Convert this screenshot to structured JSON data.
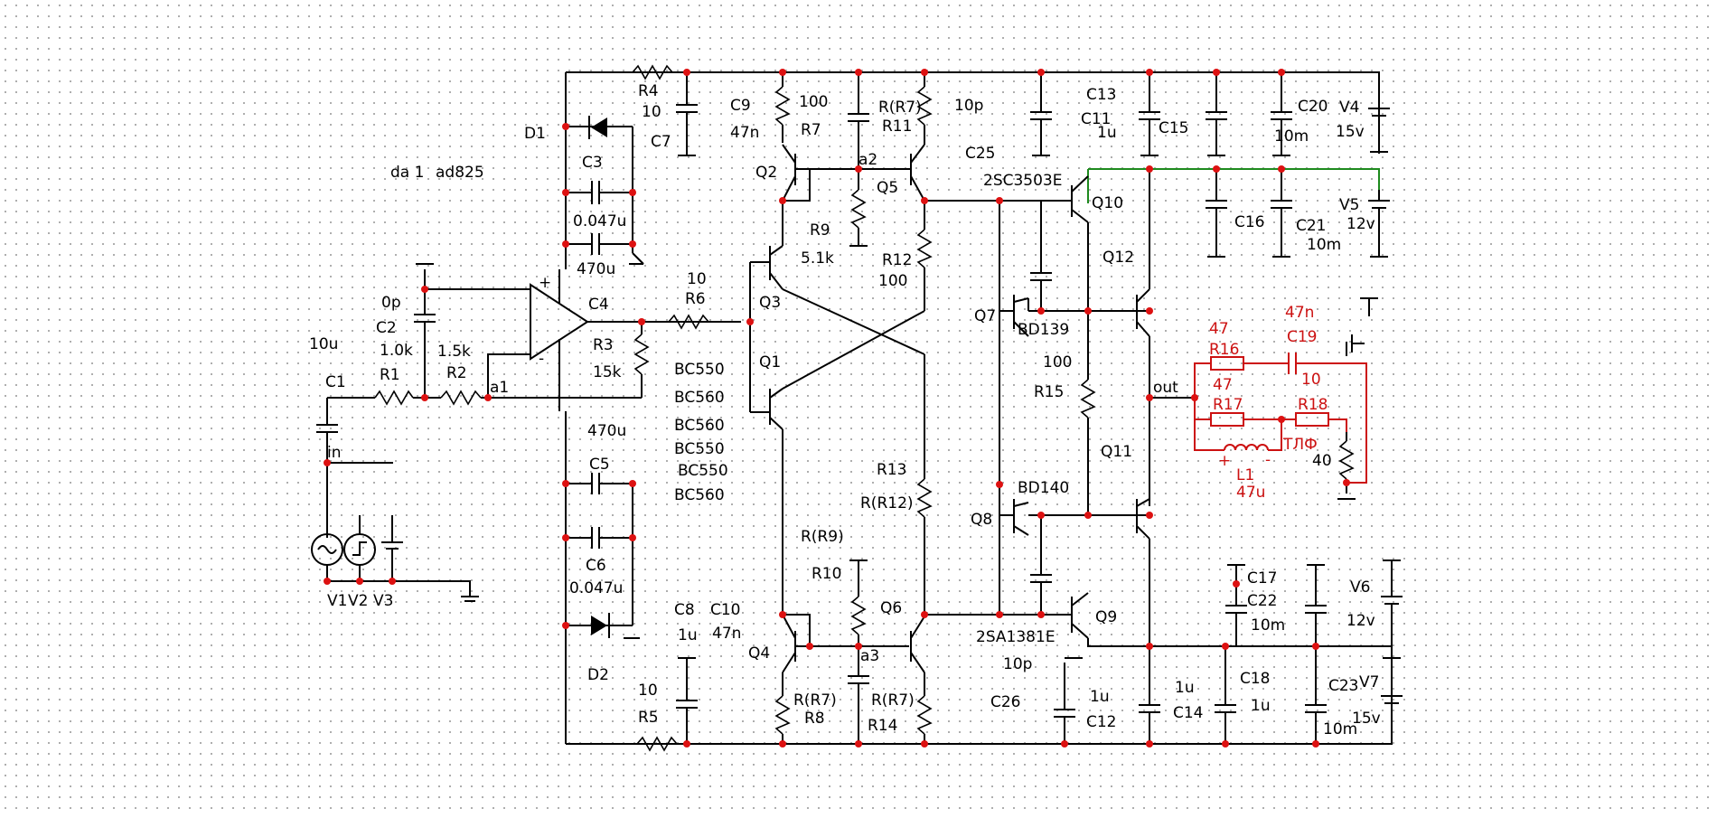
{
  "schematic": {
    "labels": {
      "R4": "R4",
      "R4v": "10",
      "D1": "D1",
      "C7": "C7",
      "C9": "C9",
      "C9v": "47n",
      "R7v": "100",
      "R7": "R7",
      "R7b": "R(R7)",
      "R11": "R11",
      "C25v": "10p",
      "C25": "C25",
      "C13": "C13",
      "C11": "C11",
      "C11v": "1u",
      "C15": "C15",
      "C20": "C20",
      "C20v": "10m",
      "V4": "V4",
      "V4v": "15v",
      "da1": "da 1",
      "ad825": "ad825",
      "C3": "C3",
      "C3v": "0.047u",
      "C3b": "470u",
      "Q2": "Q2",
      "a2": "a2",
      "Q5": "Q5",
      "t2sc": "2SC3503E",
      "Q10": "Q10",
      "R9": "R9",
      "R9v": "5.1k",
      "R12": "R12",
      "R12v": "100",
      "C16": "C16",
      "C21": "C21",
      "C21v": "10m",
      "V5": "V5",
      "V5v": "12v",
      "Q12": "Q12",
      "C2v": "0p",
      "C2": "C2",
      "C2b": "1.0k",
      "C4": "C4",
      "R6v": "10",
      "R6": "R6",
      "Q3": "Q3",
      "Q7": "Q7",
      "BD139": "BD139",
      "R16v": "47",
      "R16": "R16",
      "C19v": "47n",
      "C19": "C19",
      "tenu": "10u",
      "R2v": "1.5k",
      "R3": "R3",
      "R3v": "15k",
      "Q1": "Q1",
      "R15v": "100",
      "R15": "R15",
      "R16b": "47",
      "C19b": "10",
      "out": "out",
      "C1": "C1",
      "R1": "R1",
      "R2": "R2",
      "a1": "a1",
      "BC550a": "BC550",
      "BC560a": "BC560",
      "BC560b": "BC560",
      "BC550b": "BC550",
      "BC550c": "BC550",
      "BC560c": "BC560",
      "R17": "R17",
      "R18": "R18",
      "TLF": "ТЛФ",
      "in": "in",
      "C470": "470u",
      "Q11": "Q11",
      "L1": "L1",
      "L1v": "47u",
      "R40": "40",
      "R13": "R13",
      "RR12": "R(R12)",
      "C5": "C5",
      "BD140": "BD140",
      "Q8": "Q8",
      "RR9": "R(R9)",
      "C6": "C6",
      "C6v": "0.047u",
      "V1": "V1",
      "V2": "V2",
      "V3": "V3",
      "R10": "R10",
      "C17": "C17",
      "C22": "C22",
      "C22v": "10m",
      "V6": "V6",
      "V6v": "12v",
      "C8": "C8",
      "C8v": "1u",
      "C10": "C10",
      "C10v": "47n",
      "D2": "D2",
      "Q6": "Q6",
      "a3": "a3",
      "t2sa": "2SA1381E",
      "Q9": "Q9",
      "Q4": "Q4",
      "R5v": "10",
      "R5": "R5",
      "RR7a": "R(R7)",
      "R8": "R8",
      "RR7b": "R(R7)",
      "R14": "R14",
      "C26v": "10p",
      "C26": "C26",
      "C12v": "1u",
      "C12": "C12",
      "C14v": "1u",
      "C14": "C14",
      "C18": "C18",
      "C18v": "1u",
      "C23": "C23",
      "C23v": "10m",
      "V7": "V7",
      "V7v": "15v",
      "plus": "+",
      "minus": "-"
    }
  }
}
